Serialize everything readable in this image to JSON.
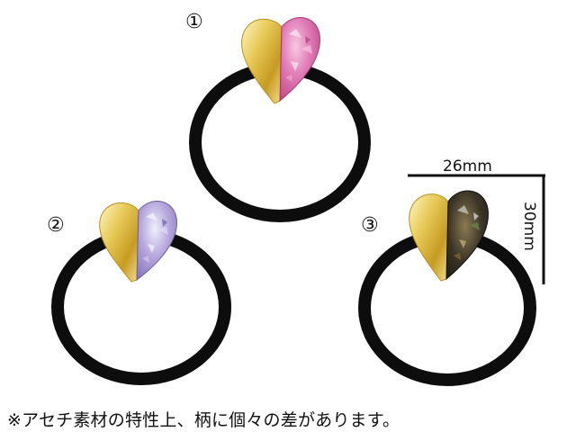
{
  "labels": {
    "item1": "①",
    "item2": "②",
    "item3": "③"
  },
  "dimensions": {
    "width": "26mm",
    "height": "30mm"
  },
  "note": "※アセチ素材の特性上、柄に個々の差があります。",
  "colors": {
    "background": "#ffffff",
    "elastic": "#0d0d0d",
    "gold": "#d9b94a",
    "pink_marble": "#d86aa6",
    "lilac_marble": "#a79ad2",
    "dark_marble": "#3a3228"
  }
}
